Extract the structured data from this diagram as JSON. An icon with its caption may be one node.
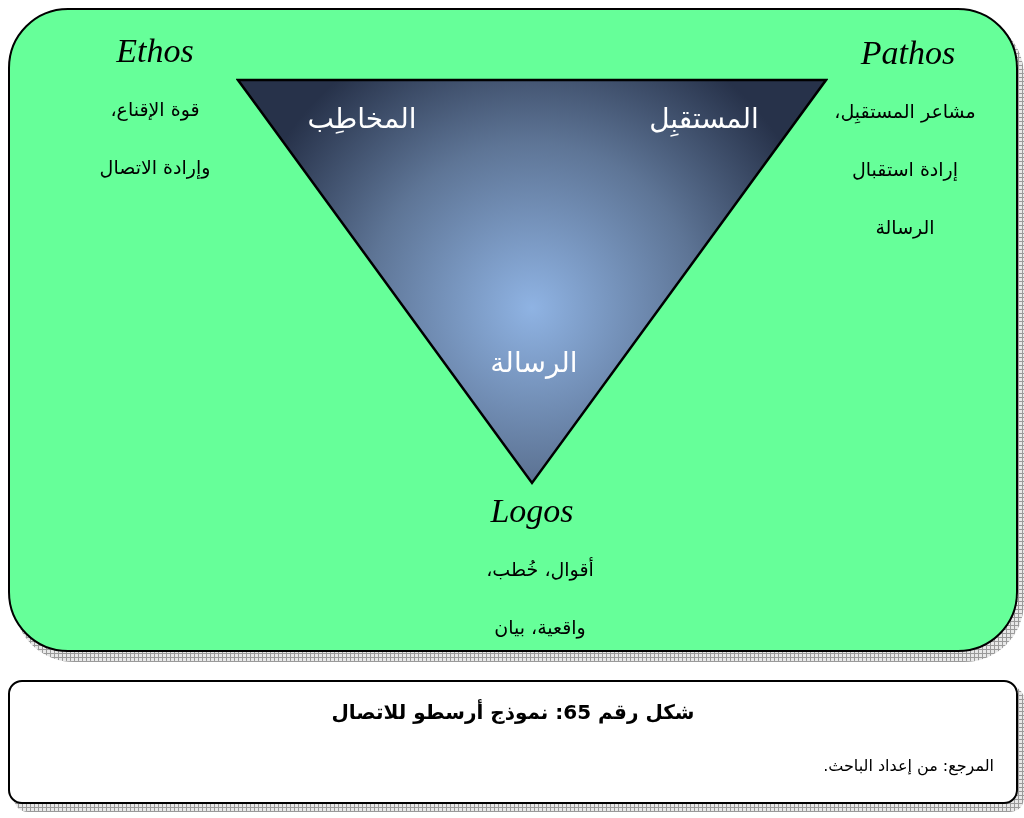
{
  "diagram": {
    "title": "شكل رقم 65: نموذج أرسطو للاتصال",
    "caption": "المرجع: من إعداد الباحث.",
    "nodes": [
      {
        "text": [
          "المستقبِل",
          "المخاطِب",
          "الرسالة"
        ]
      }
    ],
    "labels": [
      "Ethos",
      "قوة الإقناع، وإرادة الاتصال",
      "Pathos",
      "مشاعر المستقبِل، إرادة استقبال الرسالة",
      "Logos",
      "أقوال، خُطب، واقعية، بيان"
    ]
  }
}
